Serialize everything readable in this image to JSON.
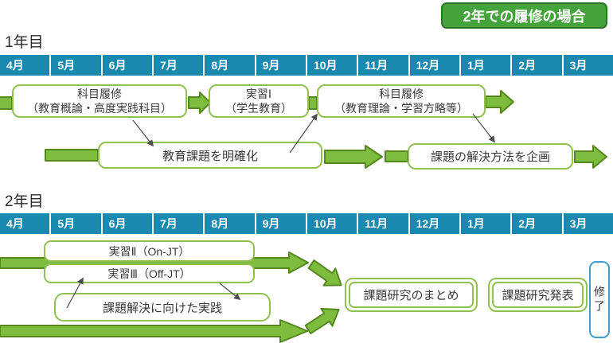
{
  "badge": {
    "label": "2年での履修の場合"
  },
  "colors": {
    "header_bg": "#1989b0",
    "box_border": "#90c050",
    "arrow_fill": "#7dbc3c",
    "arrow_stroke": "#55881f",
    "badge_bg": "#45a33c",
    "badge_border": "#2e7428",
    "completion_border": "#3e9cc8"
  },
  "year1": {
    "label": "1年目",
    "months": [
      "4月",
      "5月",
      "6月",
      "7月",
      "8月",
      "9月",
      "10月",
      "11月",
      "12月",
      "1月",
      "2月",
      "3月"
    ],
    "boxes": {
      "kamoku1": {
        "line1": "科目履修",
        "line2": "（教育概論・高度実践科目）"
      },
      "jisshu1": {
        "line1": "実習Ⅰ",
        "line2": "（学生教育）"
      },
      "kamoku2": {
        "line1": "科目履修",
        "line2": "（教育理論・学習方略等）"
      },
      "meikakuka": "教育課題を明確化",
      "kikaku": "課題の解決方法を企画"
    }
  },
  "year2": {
    "label": "2年目",
    "months": [
      "4月",
      "5月",
      "6月",
      "7月",
      "8月",
      "9月",
      "10月",
      "11月",
      "12月",
      "1月",
      "2月",
      "3月"
    ],
    "boxes": {
      "jisshu2": "実習Ⅱ（On-JT）",
      "jisshu3": "実習Ⅲ（Off-JT）",
      "jissen": "課題解決に向けた実践",
      "matome": "課題研究のまとめ",
      "happyou": "課題研究発表",
      "shuryo": "修了"
    }
  }
}
